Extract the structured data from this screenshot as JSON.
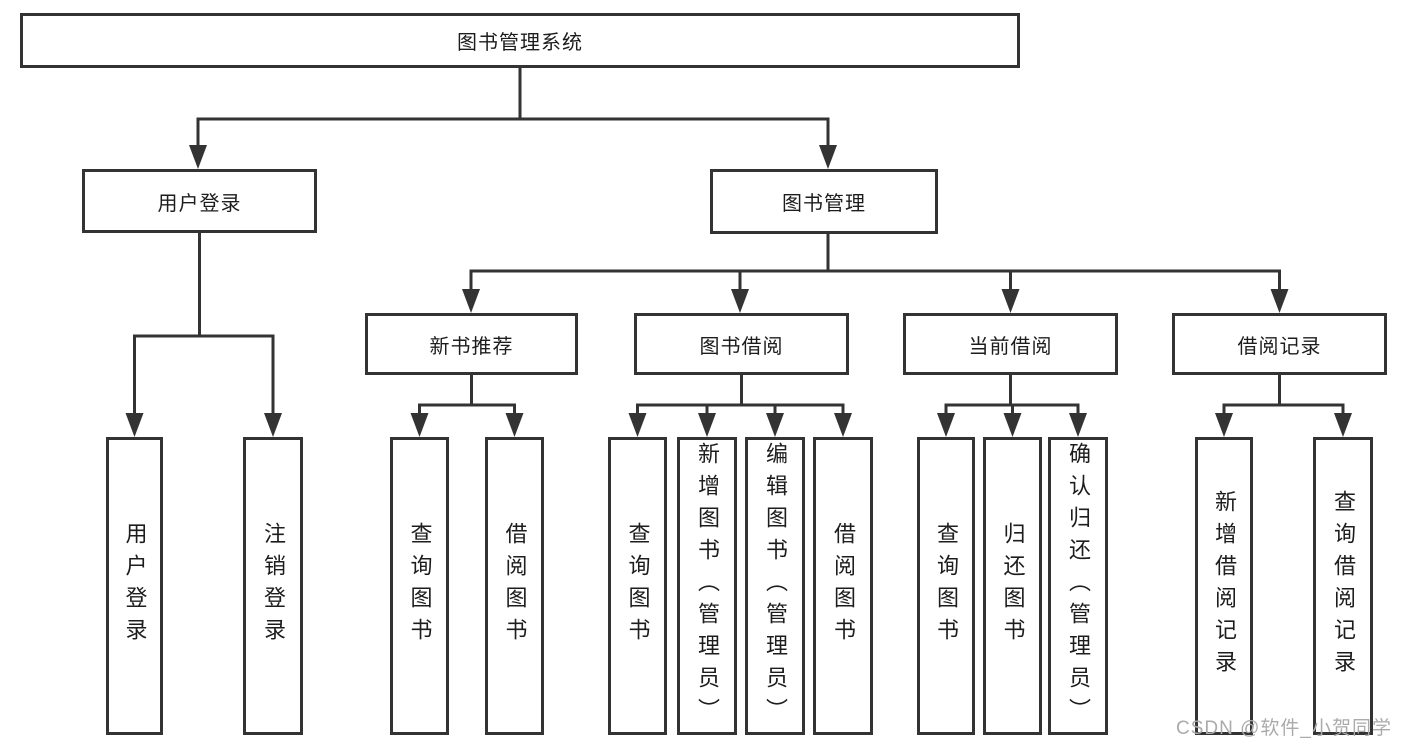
{
  "diagram_title": "图书管理系统",
  "tree": {
    "label": "图书管理系统",
    "children": [
      {
        "label": "用户登录",
        "children": [
          {
            "label": "用户登录"
          },
          {
            "label": "注销登录"
          }
        ]
      },
      {
        "label": "图书管理",
        "children": [
          {
            "label": "新书推荐",
            "children": [
              {
                "label": "查询图书"
              },
              {
                "label": "借阅图书"
              }
            ]
          },
          {
            "label": "图书借阅",
            "children": [
              {
                "label": "查询图书"
              },
              {
                "label": "新增图书（管理员）"
              },
              {
                "label": "编辑图书（管理员）"
              },
              {
                "label": "借阅图书"
              }
            ]
          },
          {
            "label": "当前借阅",
            "children": [
              {
                "label": "查询图书"
              },
              {
                "label": "归还图书"
              },
              {
                "label": "确认归还（管理员）"
              }
            ]
          },
          {
            "label": "借阅记录",
            "children": [
              {
                "label": "新增借阅记录"
              },
              {
                "label": "查询借阅记录"
              }
            ]
          }
        ]
      }
    ]
  },
  "watermark": {
    "text": "CSDN @软件_小贺同学"
  },
  "colors": {
    "line": "#333333",
    "box_border": "#333333",
    "text": "#1d1d1d",
    "watermark": "#ababab",
    "background": "#ffffff"
  }
}
